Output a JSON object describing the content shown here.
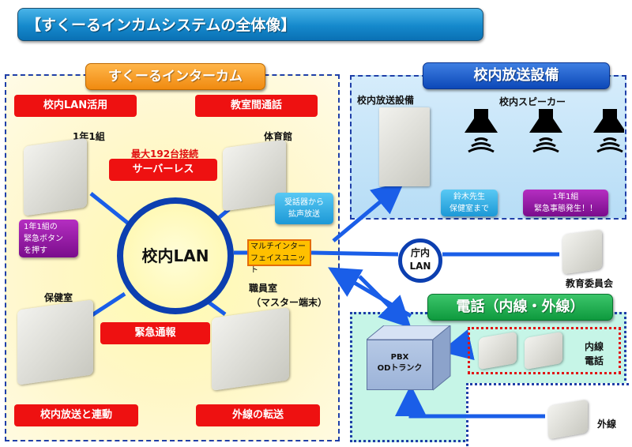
{
  "title": "【すくーるインカムシステムの全体像】",
  "intercom": {
    "header": "すくーるインターカム",
    "features": [
      "校内LAN活用",
      "教室間通話",
      "サーバーレス",
      "緊急通報",
      "校内放送と連動",
      "外線の転送"
    ],
    "max_connections": "最大192台接続",
    "lan_label": "校内LAN",
    "terminals": {
      "class": "1年1組",
      "gym": "体育館",
      "nurse": "保健室",
      "staff_room": "職員室",
      "staff_room_sub": "（マスター端末）"
    },
    "callout_emergency": [
      "1年1組の",
      "緊急ボタン",
      "を押す"
    ],
    "callout_speaker": [
      "受話器から",
      "拡声放送"
    ],
    "multi_interface": [
      "マルチインター",
      "フェイスユニット"
    ]
  },
  "pa": {
    "header": "校内放送設備",
    "equipment_label": "校内放送設備",
    "speakers_label": "校内スピーカー",
    "speaker_count": 3,
    "callout_cyan": [
      "鈴木先生",
      "保健室まで"
    ],
    "callout_purple": [
      "1年1組",
      "緊急事態発生！！"
    ]
  },
  "office_lan": {
    "label_lines": [
      "庁内",
      "LAN"
    ],
    "board_label": "教育委員会"
  },
  "phone": {
    "header": "電話（内線・外線）",
    "pbx_lines": [
      "PBX",
      "ODトランク"
    ],
    "extension_label": [
      "内線",
      "電話"
    ],
    "external_label": "外線"
  }
}
